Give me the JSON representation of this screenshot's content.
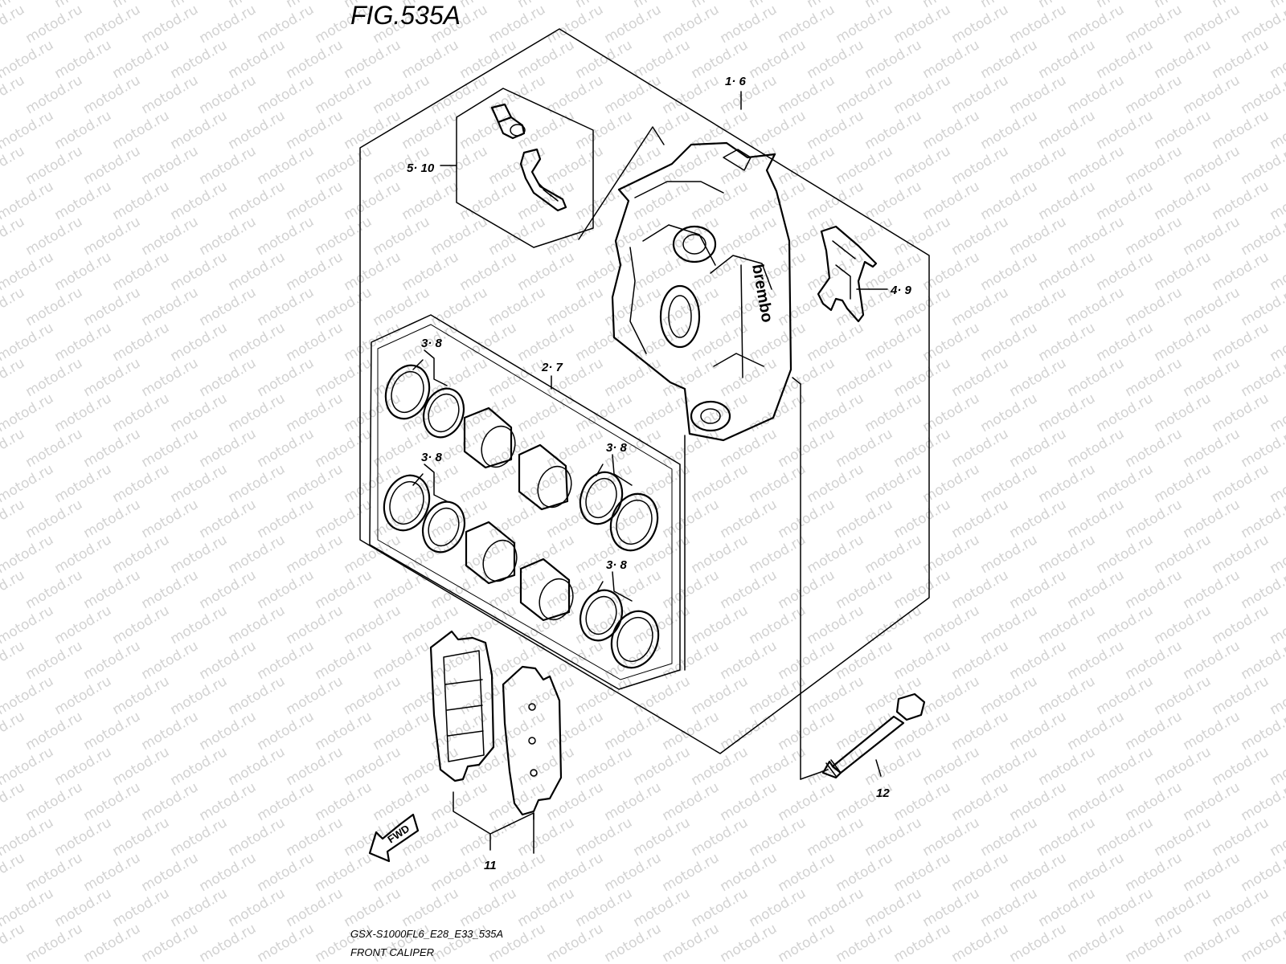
{
  "figure": {
    "title": "FIG.535A",
    "model_code": "GSX-S1000FL6_E28_E33_535A",
    "caption": "FRONT CALIPER"
  },
  "watermark": "motod.ru",
  "callouts": {
    "caliper": "1· 6",
    "pad_assembly": "2· 7",
    "seal_upper_left": "3· 8",
    "seal_lower_left": "3· 8",
    "seal_upper_right": "3· 8",
    "seal_lower_right": "3· 8",
    "spring": "4· 9",
    "bleeder": "5· 10",
    "brake_pads": "11",
    "bolt": "12"
  },
  "caliper_brand": "brembo",
  "direction_label": "FWD"
}
